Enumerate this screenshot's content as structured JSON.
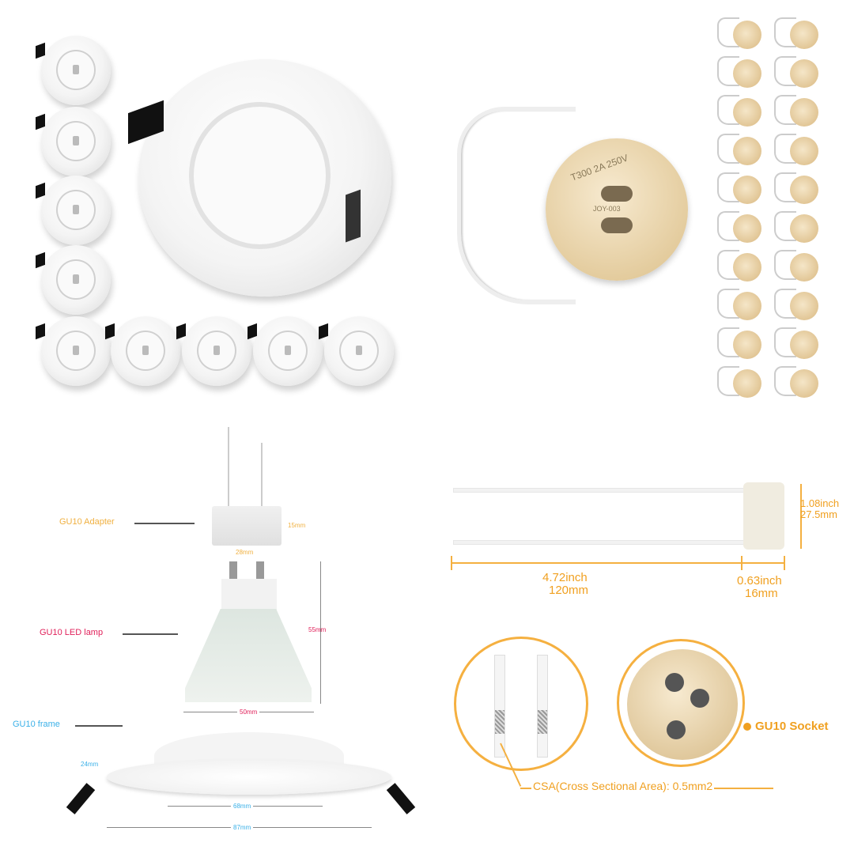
{
  "top_left": {
    "product": "recessed-downlight-frames",
    "small_count": 9
  },
  "top_right": {
    "product": "gu10-socket",
    "socket_print": [
      "T300 2A 250V",
      "JOY-003"
    ],
    "small_count": 20
  },
  "diagram": {
    "adapter_label": "GU10 Adapter",
    "lamp_label": "GU10 LED lamp",
    "frame_label": "GU10 frame",
    "adapter_height": "15mm",
    "adapter_width": "28mm",
    "lamp_height": "55mm",
    "lamp_width": "50mm",
    "frame_height": "24mm",
    "cutout": "68mm",
    "outer": "87mm",
    "colors": {
      "adapter": "#f0b040",
      "lamp": "#e0205a",
      "frame": "#3ab0e8"
    }
  },
  "socket_dims": {
    "height_in": "1.08inch",
    "height_mm": "27.5mm",
    "wire_in": "4.72inch",
    "wire_mm": "120mm",
    "socket_in": "0.63inch",
    "socket_mm": "16mm",
    "accent": "#f0a020"
  },
  "details": {
    "socket_label": "GU10 Socket",
    "csa_label": "CSA(Cross Sectional Area): 0.5mm2"
  }
}
